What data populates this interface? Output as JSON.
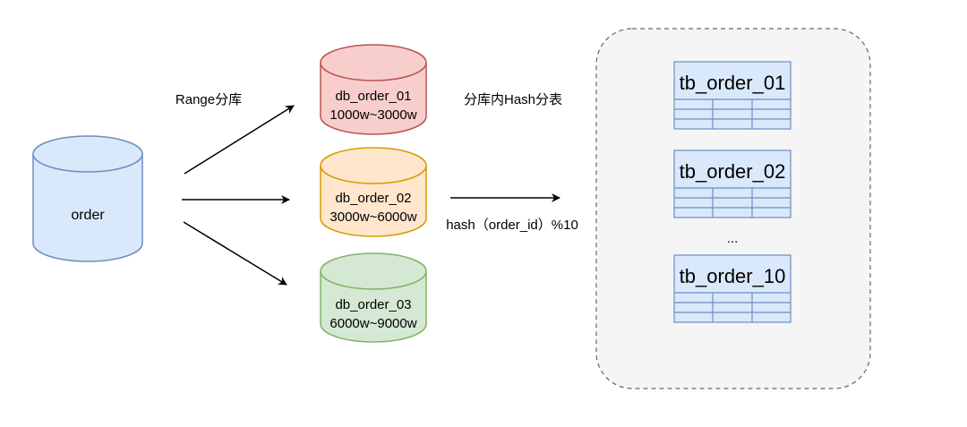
{
  "source": {
    "label": "order",
    "fill": "#dae8fc",
    "stroke": "#6c8ebf"
  },
  "range_label": "Range分库",
  "databases": [
    {
      "name": "db_order_01",
      "range": "1000w~3000w",
      "fill": "#f8cecc",
      "stroke": "#b85450"
    },
    {
      "name": "db_order_02",
      "range": "3000w~6000w",
      "fill": "#ffe6cc",
      "stroke": "#d79b00"
    },
    {
      "name": "db_order_03",
      "range": "6000w~9000w",
      "fill": "#d5e8d4",
      "stroke": "#82b366"
    }
  ],
  "hash_title": "分库内Hash分表",
  "hash_formula": "hash（order_id）%10",
  "tables": [
    {
      "name": "tb_order_01"
    },
    {
      "name": "tb_order_02"
    },
    {
      "name": "tb_order_10"
    }
  ],
  "ellipsis": "...",
  "colors": {
    "table_fill": "#dae8fc",
    "table_stroke": "#6c8ebf",
    "container_fill": "#f5f5f5",
    "container_stroke": "#666666",
    "arrow": "#000000",
    "text": "#000000"
  }
}
